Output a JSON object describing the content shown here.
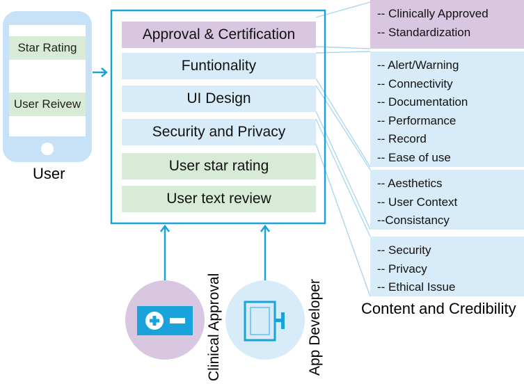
{
  "colors": {
    "accent": "#1aa3db",
    "phone": "#c7e2f6",
    "purple": "#d9c7e2",
    "blue": "#d7ebf8",
    "green": "#d8ebd6"
  },
  "user": {
    "labels": [
      "Star Rating",
      "User Reivew"
    ],
    "caption": "User"
  },
  "center": {
    "boxes": [
      {
        "label": "Approval & Certification",
        "color": "purple"
      },
      {
        "label": "Funtionality",
        "color": "blue"
      },
      {
        "label": "UI Design",
        "color": "blue"
      },
      {
        "label": "Security and Privacy",
        "color": "blue"
      },
      {
        "label": "User star rating",
        "color": "green"
      },
      {
        "label": "User text review",
        "color": "green"
      }
    ]
  },
  "details": {
    "groups": [
      {
        "color": "purple",
        "items": [
          "-- Clinically Approved",
          "-- Standardization"
        ]
      },
      {
        "color": "blue",
        "items": [
          "-- Alert/Warning",
          "-- Connectivity",
          "-- Documentation",
          "-- Performance",
          "-- Record",
          "-- Ease of use"
        ]
      },
      {
        "color": "blue",
        "items": [
          "-- Aesthetics",
          "-- User Context",
          "--Consistancy"
        ]
      },
      {
        "color": "blue",
        "items": [
          "-- Security",
          "-- Privacy",
          "-- Ethical Issue"
        ]
      }
    ],
    "caption": "Content and Credibility"
  },
  "sources": {
    "clinical": {
      "caption": "Clinical Approval",
      "icon": "medical-plus-minus-icon"
    },
    "developer": {
      "caption": "App Developer",
      "icon": "display-monitor-icon"
    }
  }
}
